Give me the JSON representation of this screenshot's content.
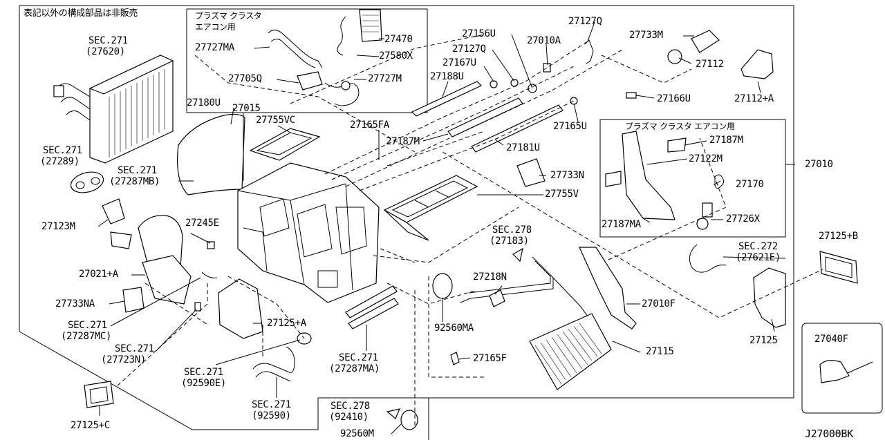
{
  "notice": "表記以外の構成部品は非販売",
  "diagram_code": "J27000BK",
  "insets": {
    "plasma_top_title_1": "プラズマ クラスタ",
    "plasma_top_title_2": "エアコン用",
    "plasma_right_title": "プラズマ クラスタ エアコン用"
  },
  "labels": {
    "sec271_27620_a": "SEC.271",
    "sec271_27620_b": "(27620)",
    "p27727MA": "27727MA",
    "p27470": "27470",
    "p27580X": "27580X",
    "p27705Q": "27705Q",
    "p27727M": "27727M",
    "p27156U": "27156U",
    "p27127Q_top": "27127Q",
    "p27010A": "27010A",
    "p27127Q_mid": "27127Q",
    "p27167U": "27167U",
    "p27188U": "27188U",
    "p27733M": "27733M",
    "p27112": "27112",
    "p27112A": "27112+A",
    "p27166U": "27166U",
    "p27180U": "27180U",
    "p27015": "27015",
    "p27755VC": "27755VC",
    "p27165FA": "27165FA",
    "p27187M_mid": "27187M",
    "p27181U": "27181U",
    "p27165U": "27165U",
    "p27187M_r": "27187M",
    "p27122M": "27122M",
    "p27010": "27010",
    "sec271_27289_a": "SEC.271",
    "sec271_27289_b": "(27289)",
    "sec271_27287MB_a": "SEC.271",
    "sec271_27287MB_b": "(27287MB)",
    "p27733N": "27733N",
    "p27755V": "27755V",
    "p27170": "27170",
    "p27187MA": "27187MA",
    "p27726X": "27726X",
    "p27123M": "27123M",
    "p27245E": "27245E",
    "sec278_27183_a": "SEC.278",
    "sec278_27183_b": "(27183)",
    "sec272_a": "SEC.272",
    "sec272_b": "(27621E)",
    "p27125B": "27125+B",
    "p27021A": "27021+A",
    "p27218N": "27218N",
    "p27733NA": "27733NA",
    "p27010F": "27010F",
    "sec271_27287MC_a": "SEC.271",
    "sec271_27287MC_b": "(27287MC)",
    "p27125A": "27125+A",
    "p92560MA": "92560MA",
    "p27125": "27125",
    "p27040F": "27040F",
    "sec271_27723N_a": "SEC.271",
    "sec271_27723N_b": "(27723N)",
    "p27115": "27115",
    "p27165F": "27165F",
    "sec271_27287MA_a": "SEC.271",
    "sec271_27287MA_b": "(27287MA)",
    "sec271_92590E_a": "SEC.271",
    "sec271_92590E_b": "(92590E)",
    "sec271_92590_a": "SEC.271",
    "sec271_92590_b": "(92590)",
    "p27125C": "27125+C",
    "sec278_92410_a": "SEC.278",
    "sec278_92410_b": "(92410)",
    "p92560M": "92560M"
  }
}
